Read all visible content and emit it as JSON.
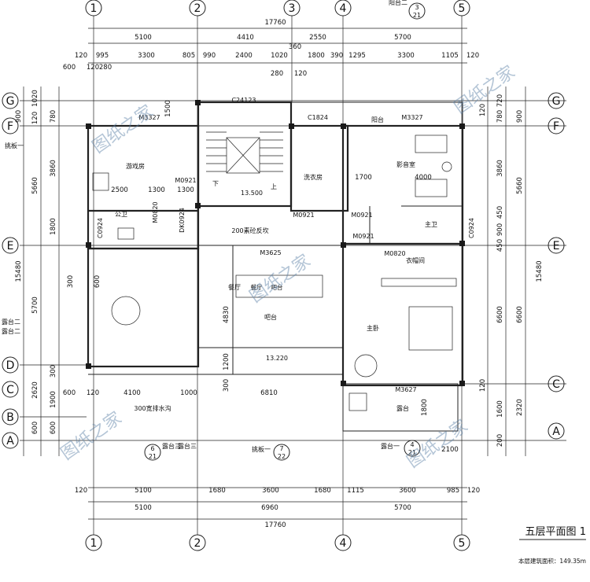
{
  "axes_top": [
    "1",
    "2",
    "3",
    "4",
    "5"
  ],
  "axes_bottom": [
    "1",
    "2",
    "4",
    "5"
  ],
  "axes_left": [
    "G",
    "F",
    "E",
    "D",
    "C",
    "B",
    "A"
  ],
  "axes_right": [
    "G",
    "F",
    "E",
    "C",
    "A"
  ],
  "dims": {
    "top_total": "17760",
    "top_row1": [
      "5100",
      "4410",
      "2550",
      "5700"
    ],
    "top_row2": [
      "120",
      "995",
      "3300",
      "805",
      "990",
      "2400",
      "1020",
      "1800",
      "390",
      "1295",
      "3300",
      "1105",
      "120"
    ],
    "top_row3": [
      "600",
      "120",
      "280"
    ],
    "top_misc": [
      "360",
      "280",
      "120"
    ],
    "bottom_row1": [
      "120",
      "5100",
      "1680",
      "3600",
      "1680",
      "1115",
      "3600",
      "985",
      "120"
    ],
    "bottom_row2": [
      "5100",
      "6960",
      "5700"
    ],
    "bottom_total": "17760",
    "left_outer": [
      "1020",
      "900",
      "120",
      "780",
      "3860",
      "5660",
      "1800",
      "5700",
      "300",
      "2620",
      "1900",
      "600",
      "600",
      "15480"
    ],
    "right_outer": [
      "720",
      "900",
      "120",
      "780",
      "3860",
      "5660",
      "450",
      "900",
      "450",
      "6600",
      "6600",
      "120",
      "1600",
      "2320",
      "200",
      "15480"
    ],
    "inner": [
      "1500",
      "2500",
      "1300",
      "1300",
      "1700",
      "4000",
      "4100",
      "1000",
      "6810",
      "600",
      "120",
      "300",
      "600",
      "4830",
      "1200",
      "300",
      "1800",
      "2100"
    ]
  },
  "rooms": {
    "game_room": "游戏房",
    "laundry": "洗衣房",
    "av_room": "影音室",
    "public_wc": "公卫",
    "master_wc": "主卫",
    "closet": "衣帽间",
    "master_bed": "主卧",
    "terrace": "露台",
    "terrace2": "露台二",
    "terrace3": "露台三",
    "balcony": "阳台",
    "dining": "餐厅",
    "bar": "吧台"
  },
  "codes": {
    "c24123": "C24123",
    "c1824": "C1824",
    "m3327a": "M3327",
    "m3327b": "M3327",
    "m3625": "M3625",
    "m3627": "M3627",
    "m0921a": "M0921",
    "m0921b": "M0921",
    "m0921c": "M0921",
    "m0921d": "M0921",
    "m0820a": "M0820",
    "m0820b": "M0820",
    "dk0924": "DK0924",
    "c0924a": "C0924",
    "c0924b": "C0924"
  },
  "elevations": {
    "stair": "13.500",
    "terrace": "13.220"
  },
  "notes": {
    "parapet": "200素砼反坎",
    "drain": "300宽排水沟",
    "stair_down": "下",
    "stair_up": "上",
    "bar_counter": "吧台",
    "dining_lbl": "餐厅"
  },
  "detail_refs": {
    "top_ref": "阳台二",
    "top_num": "3",
    "top_den": "21",
    "left_ref": "挑板一",
    "left_ref2": "露台二",
    "ref6": "6",
    "ref6den": "21",
    "ref6lbl": "露台三",
    "ref7": "7",
    "ref7den": "22",
    "ref7lbl": "挑板一",
    "ref4": "4",
    "ref4den": "21",
    "ref4lbl": "露台一"
  },
  "title": "五层平面图",
  "scale": "1",
  "area_note": "本层建筑面积：149.35m",
  "watermark": "图纸之家",
  "colors": {
    "line": "#222222",
    "watermark": "#5a7fa6"
  }
}
